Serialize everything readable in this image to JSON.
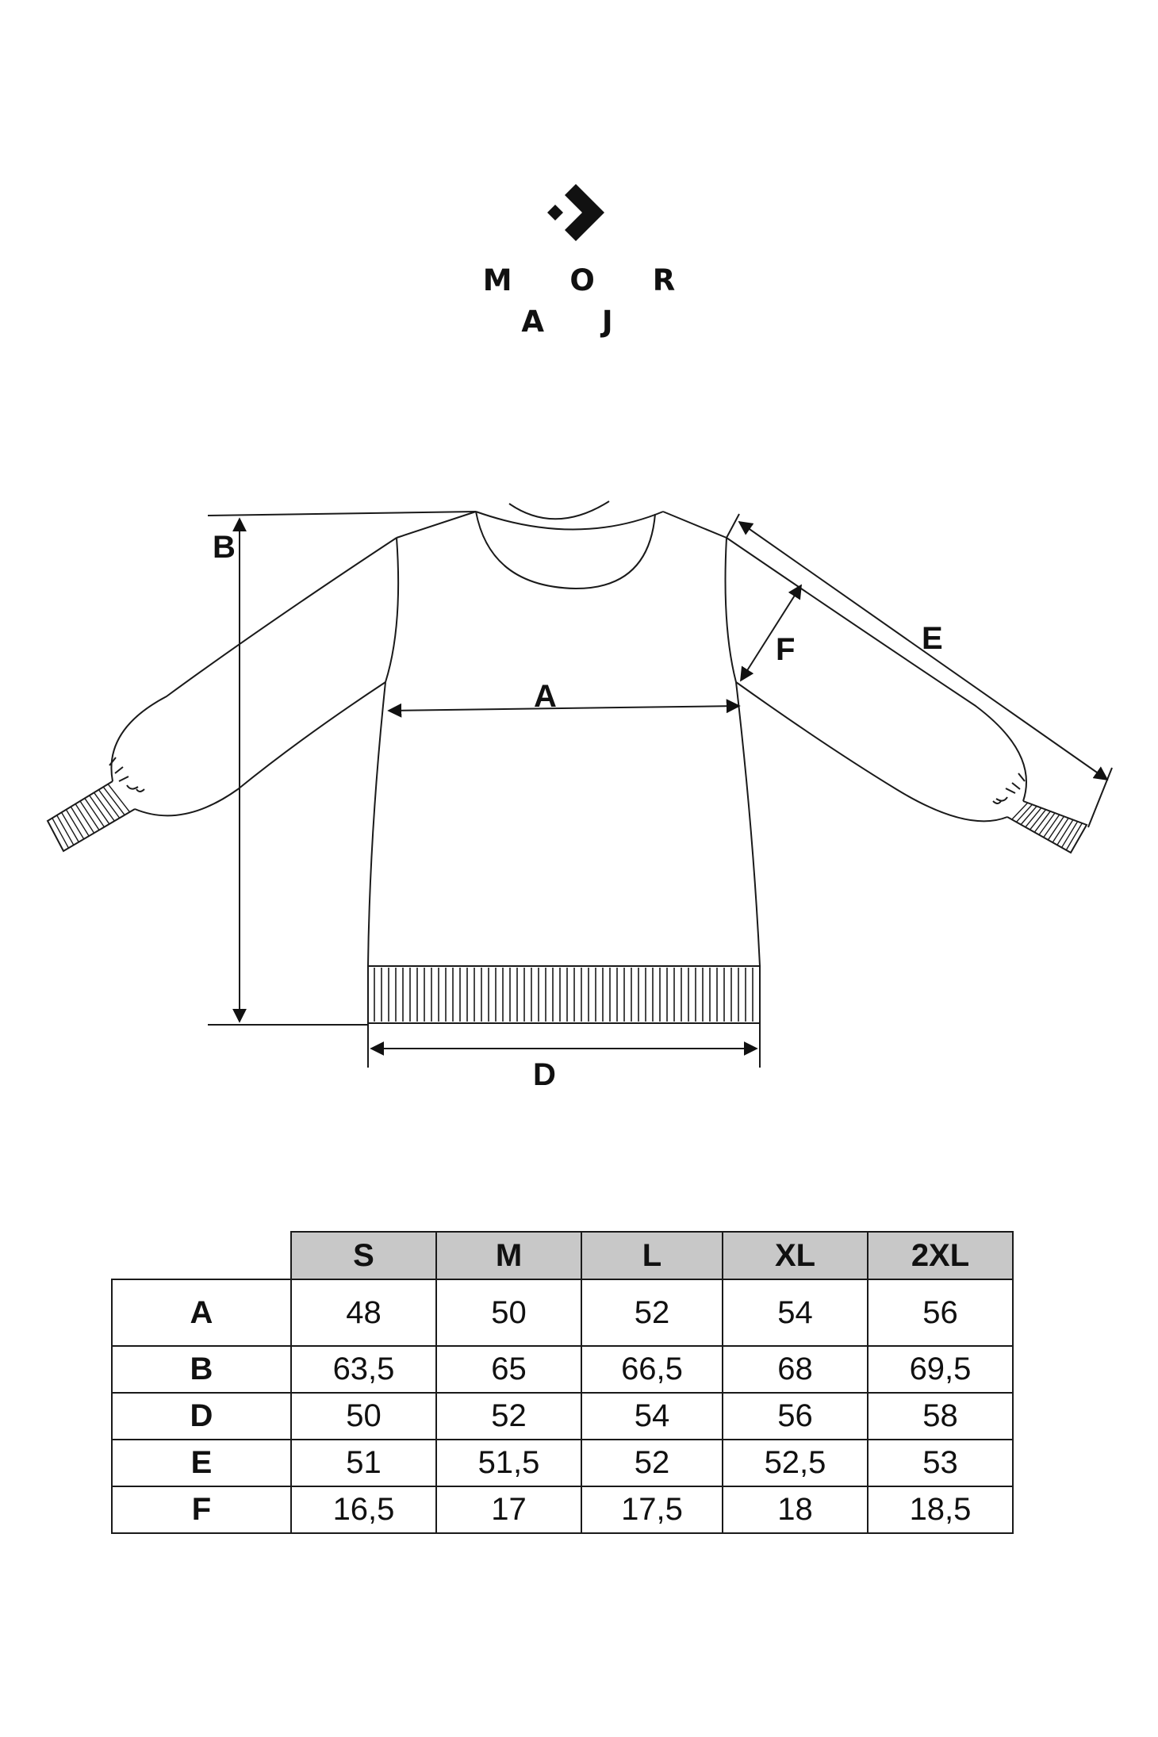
{
  "brand": {
    "logo_icon": "moraj-logo-icon",
    "name": "M O R A J"
  },
  "diagram": {
    "labels": {
      "A": "A",
      "B": "B",
      "D": "D",
      "E": "E",
      "F": "F"
    }
  },
  "size_table": {
    "sizes": [
      "S",
      "M",
      "L",
      "XL",
      "2XL"
    ],
    "rows": [
      {
        "label": "A",
        "values": [
          "48",
          "50",
          "52",
          "54",
          "56"
        ]
      },
      {
        "label": "B",
        "values": [
          "63,5",
          "65",
          "66,5",
          "68",
          "69,5"
        ]
      },
      {
        "label": "D",
        "values": [
          "50",
          "52",
          "54",
          "56",
          "58"
        ]
      },
      {
        "label": "E",
        "values": [
          "51",
          "51,5",
          "52",
          "52,5",
          "53"
        ]
      },
      {
        "label": "F",
        "values": [
          "16,5",
          "17",
          "17,5",
          "18",
          "18,5"
        ]
      }
    ],
    "header_bg": "#c8c8c8"
  }
}
